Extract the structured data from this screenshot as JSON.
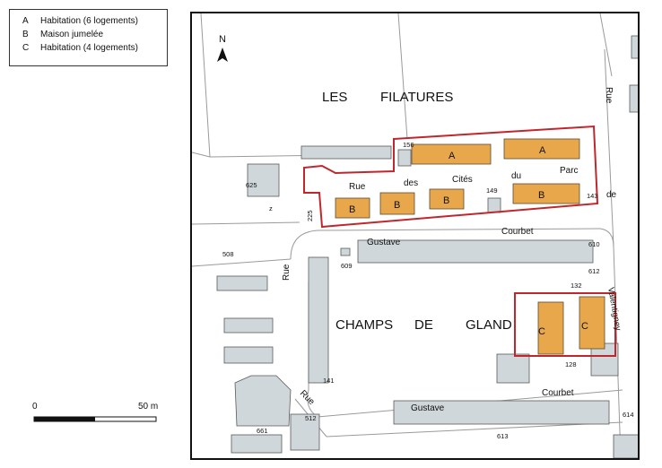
{
  "legend": {
    "items": [
      {
        "key": "A",
        "label": "Habitation (6 logements)"
      },
      {
        "key": "B",
        "label": "Maison jumelée"
      },
      {
        "key": "C",
        "label": "Habitation (4 logements)"
      }
    ]
  },
  "scale": {
    "start": "0",
    "end": "50 m"
  },
  "north": {
    "label": "N"
  },
  "map": {
    "place_names": {
      "les": "LES",
      "filatures": "FILATURES",
      "champs": "CHAMPS",
      "de": "DE",
      "gland": "GLAND"
    },
    "streets": {
      "rue_1": "Rue",
      "des": "des",
      "cites": "Cités",
      "du": "du",
      "parc": "Parc",
      "gustave_1": "Gustave",
      "courbet_1": "Courbet",
      "rue_2": "Rue",
      "rue_3": "Rue",
      "rue_4": "Rue",
      "de_small": "de",
      "valentigney": "Valentigney",
      "gustave_2": "Gustave",
      "courbet_2": "Courbet"
    },
    "building_labels": {
      "a1": "A",
      "a2": "A",
      "b1": "B",
      "b2": "B",
      "b3": "B",
      "b4": "B",
      "c1": "C",
      "c2": "C"
    },
    "parcels": {
      "p156": "156",
      "p625": "625",
      "z": "z",
      "p225": "225",
      "p149": "149",
      "p143": "143",
      "p508": "508",
      "p609": "609",
      "p610": "610",
      "p612": "612",
      "p132": "132",
      "p128": "128",
      "p141": "141",
      "p512": "512",
      "p661": "661",
      "p613": "613",
      "p614": "614"
    },
    "colors": {
      "new_building": "#e8a74a",
      "existing_building": "#cfd7da",
      "project_outline": "#c0272d",
      "road_line": "#9a9a9a"
    }
  }
}
